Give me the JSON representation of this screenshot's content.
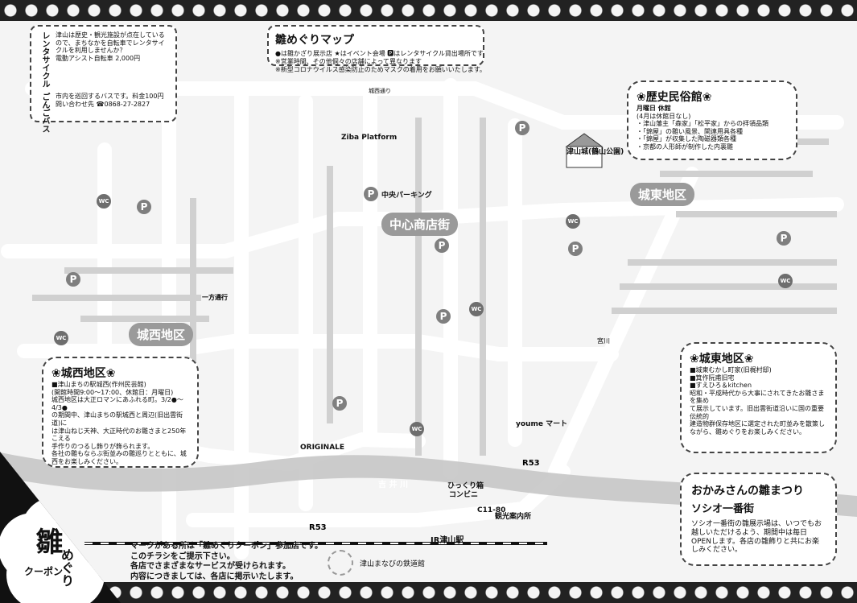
{
  "header": {
    "map_title": "雛めぐりマップ"
  },
  "legend": {
    "line1": "●は雛かざり展示店 ★はイベント会場 🅿はレンタサイクル貸出場所です",
    "line2": "※営業時間、その他個々の店舗によって異なります",
    "line3": "※新型コロナウイルス感染防止のためマスクの着用をお願いいたします。"
  },
  "left_info": {
    "rental_title": "レンタサイクル",
    "rental_text": "津山は歴史・観光施設が点在しているので、まちなかを自転車でレンタサイクルを利用しませんか？",
    "rental_fee": "電動アシスト自転車 2,000円",
    "bus_title": "ごんごバス",
    "bus_text": "市内を巡回するバスです。料金100円",
    "contact": "問い合わせ先 ☎0868-27-2827"
  },
  "areas": {
    "central": "中心商店街",
    "johigashi": "城東地区",
    "jonishi": "城西地区"
  },
  "boxes": {
    "museum_title": "❀歴史民俗館❀",
    "museum_closed": "月曜日 休館",
    "museum_note": "(4月は休館日なし)",
    "museum_items": [
      "・津山藩主「森家」「松平家」からの拝領品類",
      "・「錦屋」の雛い風景、関連用具各種",
      "・「錦屋」が収集した陶磁器類各種",
      "・京都の人形師が制作した内裏雛"
    ],
    "jonishi_title": "❀城西地区❀",
    "jonishi_items": [
      "■津山まちの駅城西(作州民芸館)",
      "(開館時間9:00～17:00、休館日：月曜日)",
      "城西地区は大正ロマンにあふれる町。3/2●～4/3●",
      "の期間中、津山まちの駅城西と周辺(旧出雲街道)に",
      "は津山ねじ天神、大正時代のお雛さまと250年こえる",
      "手作りのつるし飾りが飾られます。",
      "各社の雛もならぶ街並みの雛巡りとともに、城西をお楽しみください。"
    ],
    "johigashi_title": "❀城東地区❀",
    "johigashi_items": [
      "■城東むかし町家(旧梶村邸)",
      "■箕作阮甫旧宅",
      "■すえひろ＆kitchen",
      "昭和・平成時代から大事にされてきたお雛さまを集め",
      "て展示しています。旧出雲街道沿いに国の重要伝統的",
      "建造物群保存地区に選定された町並みを散策しながら、雛めぐりをお楽しみください。"
    ],
    "okami_title": "おかみさんの雛まつり",
    "okami_subtitle": "ソシオ一番街",
    "okami_text": "ソシオ一番街の雛展示場は、いつでもお越しいただけるよう、期間中は毎日OPENします。各店の雛飾りと共にお楽しみください。"
  },
  "places": {
    "ziba": "Ziba Platform",
    "chuo_parking": "中央パーキング",
    "tsuyama_castle": "津山城(鶴山公園)",
    "jr_tsuyama": "JR津山駅",
    "youme": "youme マート",
    "c11": "C11-80",
    "kanko": "観光案内所",
    "hitsujiya": "ひっくり箱",
    "convenience": "コンビニ",
    "originale": "ORIGINALE",
    "yoshii": "吉井川",
    "miyagawa": "宮川",
    "route53a": "R53",
    "route53b": "R53",
    "joseidori": "城西通り",
    "museum_note_tag": "津山まなびの鉄道館",
    "one_way": "一方通行"
  },
  "footer": {
    "note_title": "マークがある所は「雛めぐりクーポン」参加店です。",
    "note_lines": [
      "このチラシをご提示下さい。",
      "各店でさまざまなサービスが受けられます。",
      "内容につきましては、各店に掲示いたします。"
    ]
  },
  "logo": {
    "big": "雛",
    "small": "めぐり",
    "coupon": "クーポン"
  }
}
